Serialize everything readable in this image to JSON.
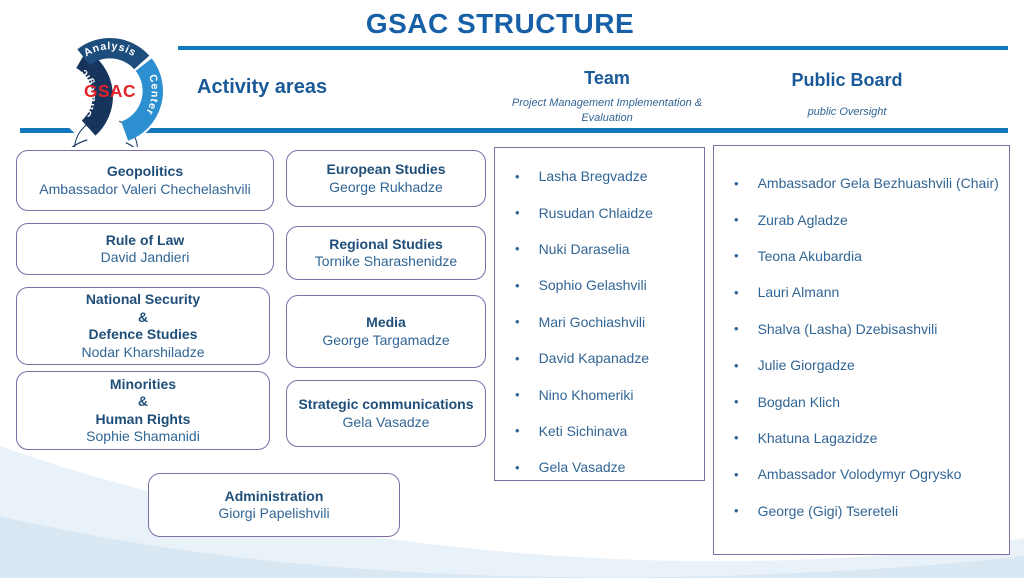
{
  "title": "GSAC STRUCTURE",
  "logo": {
    "arc_left": "Strategic",
    "arc_top": "Analysis",
    "arc_right": "Center",
    "center_text": "GSAC"
  },
  "colors": {
    "title_blue": "#1760A8",
    "header_blue": "#1B5A99",
    "rule_blue": "#1377BE",
    "box_border_purple": "#7D6CA5",
    "box_title_navy": "#1F4E79",
    "body_text_blue": "#316595",
    "logo_left_segment": "#17355C",
    "logo_top_segment": "#1D4D7C",
    "logo_right_segment": "#2B8FD0",
    "logo_center_red": "#E52328",
    "wave_light": "#EAF2F9",
    "wave_dark": "#D9E7F3"
  },
  "sections": {
    "activity": {
      "header": "Activity areas",
      "boxes": [
        {
          "title": "Geopolitics",
          "name": "Ambassador Valeri Chechelashvili"
        },
        {
          "title": "Rule of Law",
          "name": "David Jandieri"
        },
        {
          "title": "National Security\n&\nDefence Studies",
          "name": "Nodar Kharshiladze"
        },
        {
          "title": "Minorities\n&\nHuman Rights",
          "name": "Sophie Shamanidi"
        },
        {
          "title": "European Studies",
          "name": "George Rukhadze"
        },
        {
          "title": "Regional Studies",
          "name": "Tornike Sharashenidze"
        },
        {
          "title": "Media",
          "name": "George Targamadze"
        },
        {
          "title": "Strategic communications",
          "name": "Gela Vasadze"
        },
        {
          "title": "Administration",
          "name": "Giorgi Papelishvili"
        }
      ]
    },
    "team": {
      "header": "Team",
      "subtitle": "Project Management Implementation & Evaluation",
      "members": [
        "Lasha Bregvadze",
        "Rusudan Chlaidze",
        "Nuki Daraselia",
        "Sophio Gelashvili",
        "Mari Gochiashvili",
        "David Kapanadze",
        "Nino Khomeriki",
        "Keti Sichinava",
        "Gela Vasadze"
      ]
    },
    "public_board": {
      "header": "Public Board",
      "subtitle": "public Oversight",
      "members": [
        "Ambassador Gela Bezhuashvili (Chair)",
        "Zurab Agladze",
        "Teona Akubardia",
        "Lauri Almann",
        "Shalva (Lasha) Dzebisashvili",
        "Julie Giorgadze",
        "Bogdan Klich",
        "Khatuna Lagazidze",
        "Ambassador Volodymyr Ogrysko",
        "George (Gigi) Tsereteli"
      ]
    }
  }
}
